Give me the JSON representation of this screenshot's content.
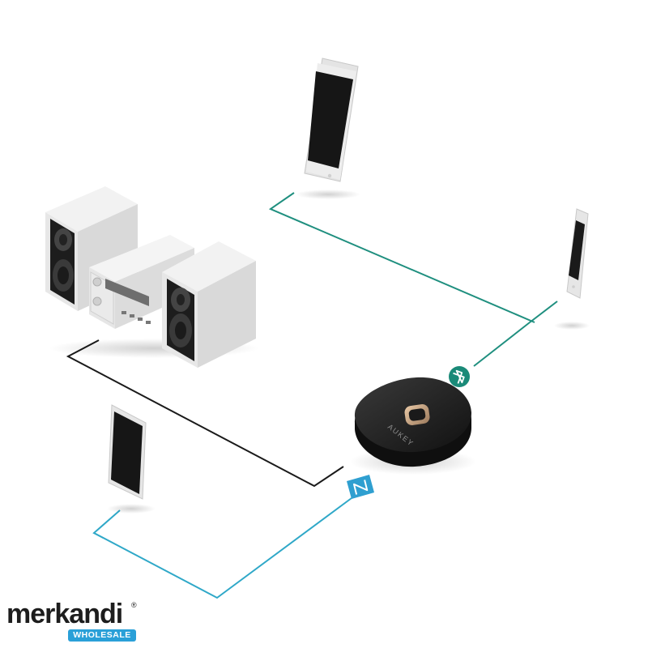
{
  "colors": {
    "bluetooth_line": "#1f8f7f",
    "nfc_line": "#2fa8c8",
    "aux_line": "#1a1a1a",
    "logo_badge": "#2aa0d8"
  },
  "icons": {
    "bluetooth": "bluetooth-icon",
    "nfc": "nfc-icon"
  },
  "hub": {
    "brand": "AUKEY"
  },
  "watermark": {
    "brand": "merkandi",
    "registered": "®",
    "tagline": "WHOLESALE"
  }
}
